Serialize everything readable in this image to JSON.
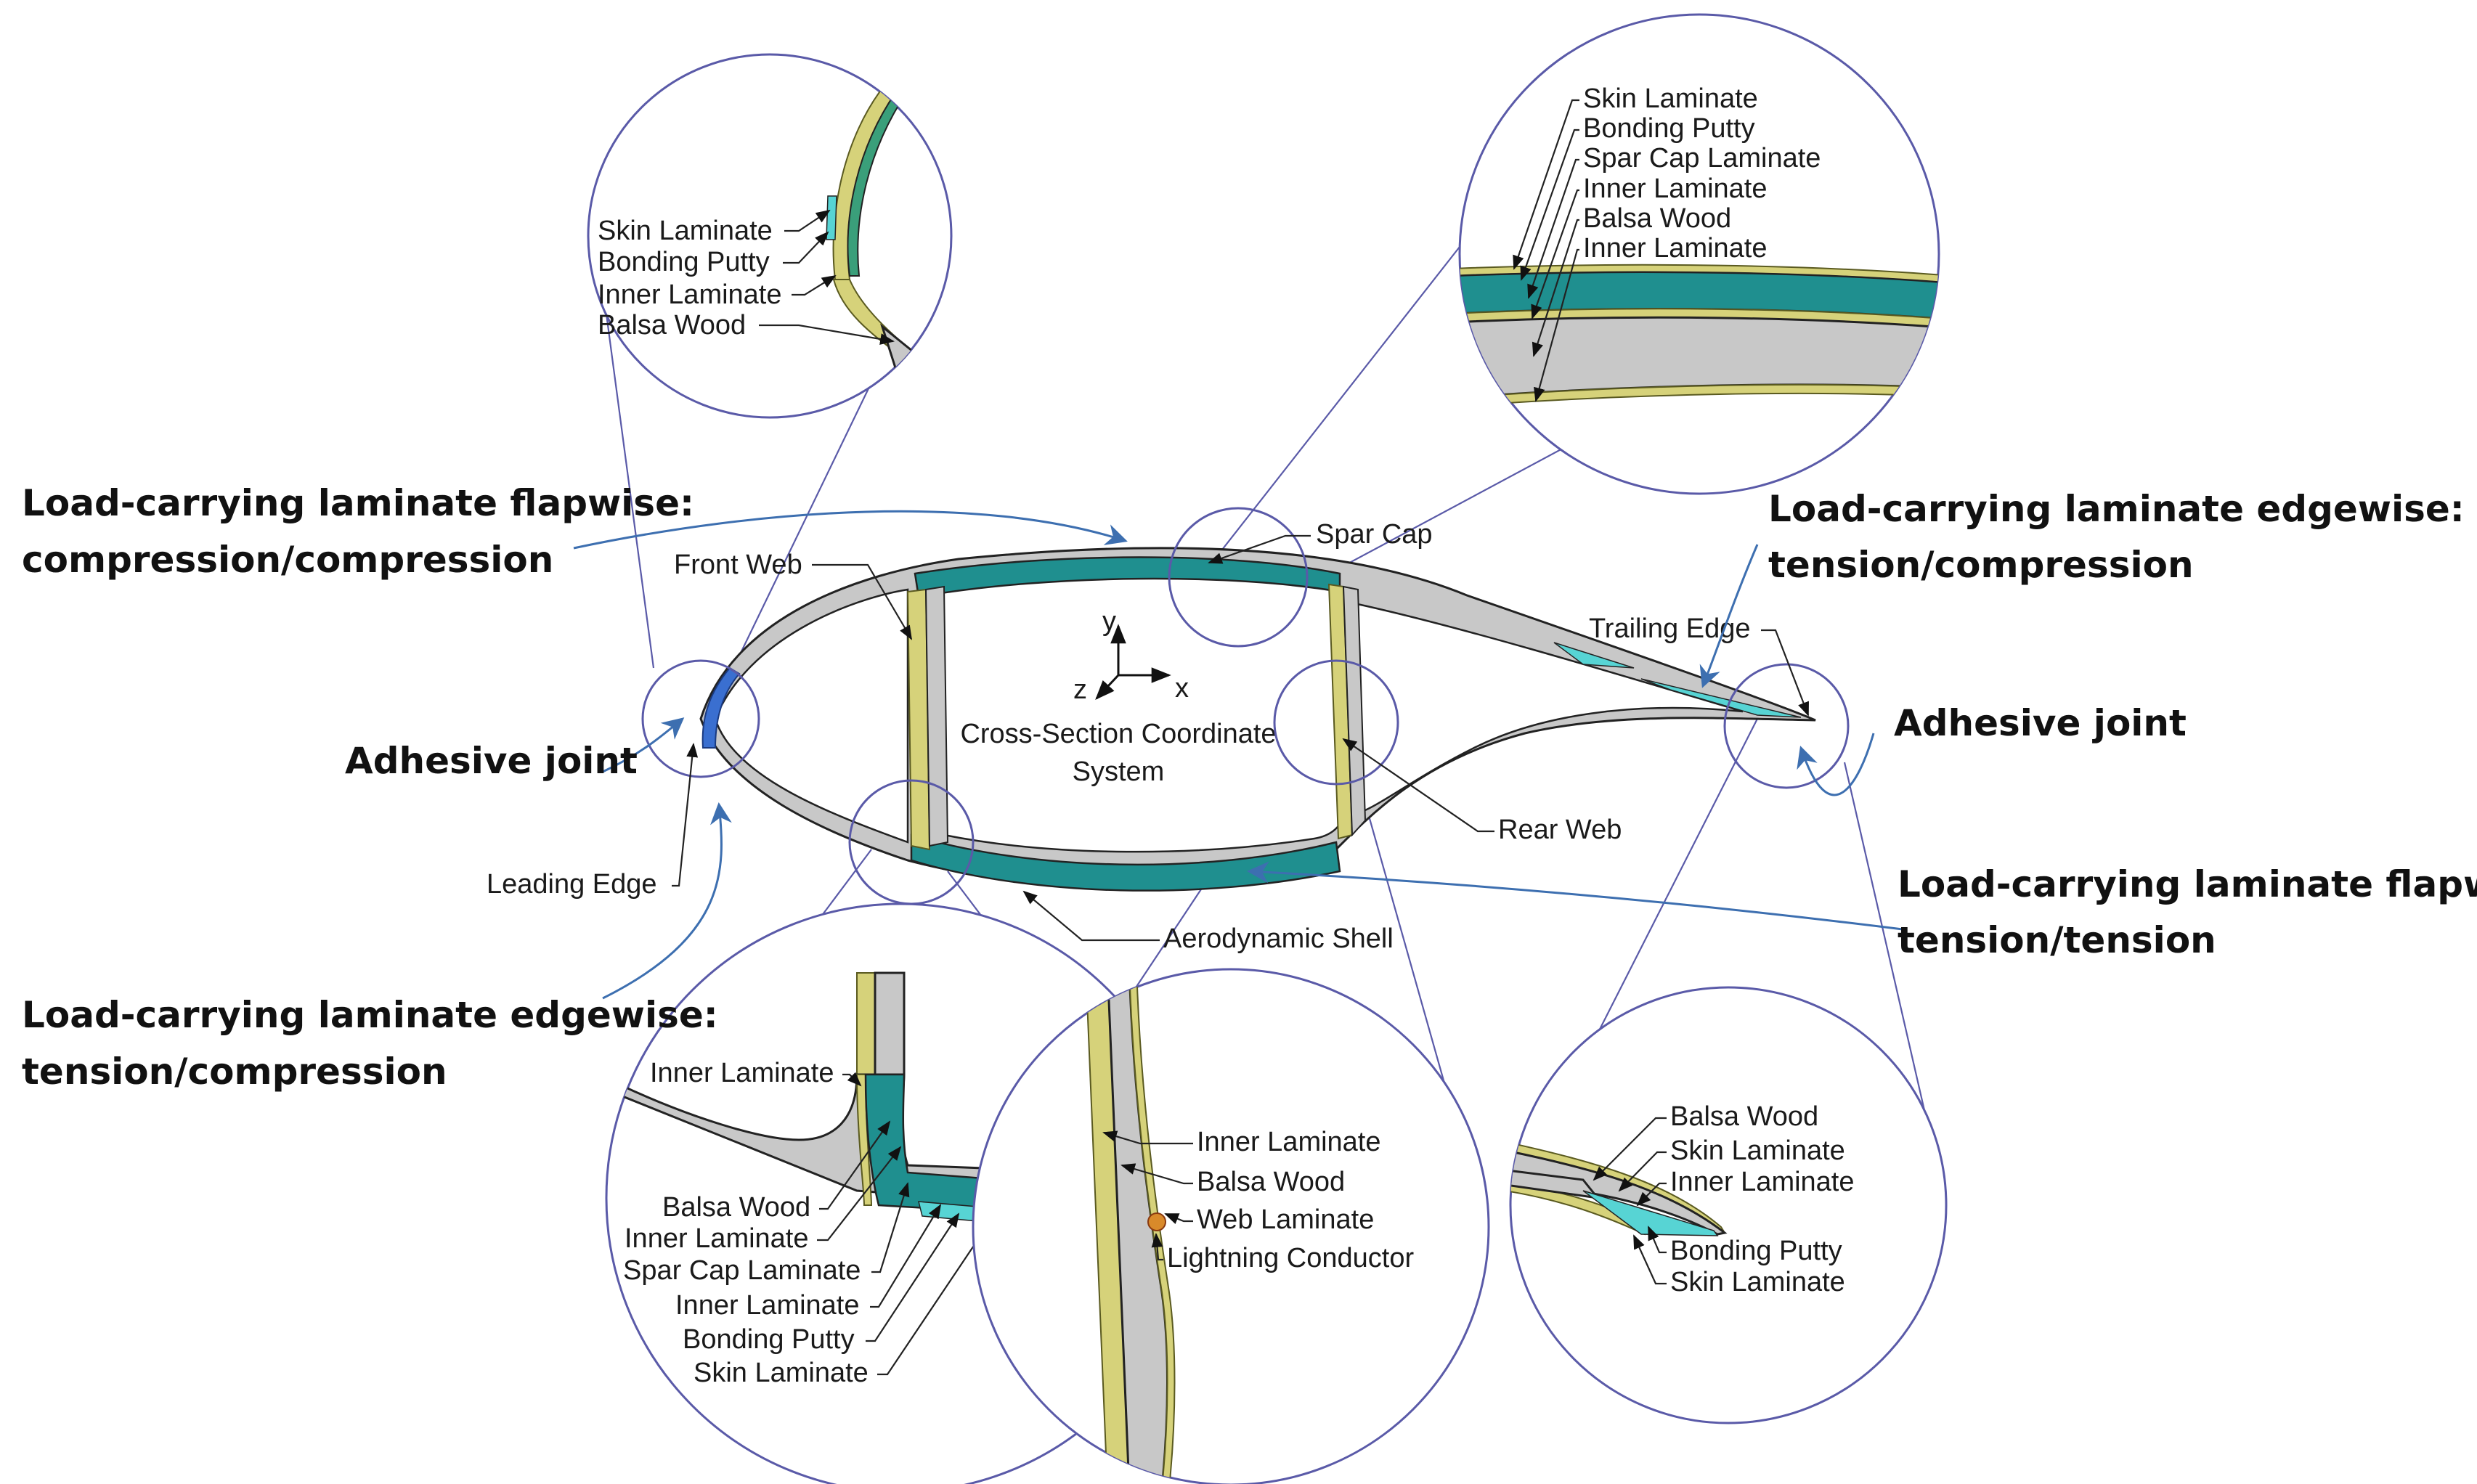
{
  "colors": {
    "spar_cap": "#1f8f8f",
    "core_gray": "#c8c8c8",
    "laminate_yellow": "#d6d27a",
    "putty_cyan": "#57d4d4",
    "adhesive_blue": "#3a6fd0",
    "zoom_outline": "#5a5aa8",
    "callout_arrow": "#3d6fb0"
  },
  "callouts": {
    "flapwise_compression_line1": "Load-carrying laminate flapwise:",
    "flapwise_compression_line2": "compression/compression",
    "edgewise_right_line1": "Load-carrying laminate edgewise:",
    "edgewise_right_line2": "tension/compression",
    "adhesive_left": "Adhesive joint",
    "adhesive_right": "Adhesive joint",
    "flapwise_tension_line1": "Load-carrying laminate flapwise:",
    "flapwise_tension_line2": "tension/tension",
    "edgewise_left_line1": "Load-carrying laminate edgewise:",
    "edgewise_left_line2": "tension/compression"
  },
  "main": {
    "front_web": "Front Web",
    "spar_cap": "Spar Cap",
    "trailing_edge": "Trailing Edge",
    "rear_web": "Rear Web",
    "leading_edge": "Leading Edge",
    "aerodynamic_shell": "Aerodynamic Shell",
    "coord_line1": "Cross-Section Coordinate",
    "coord_line2": "System",
    "axis_x": "x",
    "axis_y": "y",
    "axis_z": "z"
  },
  "zoom_leading_edge": {
    "labels": [
      "Skin Laminate",
      "Bonding Putty",
      "Inner Laminate",
      "Balsa Wood"
    ]
  },
  "zoom_spar_cap": {
    "labels": [
      "Skin Laminate",
      "Bonding Putty",
      "Spar Cap Laminate",
      "Inner Laminate",
      "Balsa Wood",
      "Inner Laminate"
    ]
  },
  "zoom_bottom_left": {
    "labels": [
      "Inner Laminate",
      "Balsa Wood",
      "Inner Laminate",
      "Spar Cap Laminate",
      "Inner Laminate",
      "Bonding Putty",
      "Skin Laminate"
    ]
  },
  "zoom_web": {
    "labels": [
      "Inner Laminate",
      "Balsa Wood",
      "Web Laminate",
      "Lightning Conductor"
    ]
  },
  "zoom_trailing_edge": {
    "labels": [
      "Balsa Wood",
      "Skin Laminate",
      "Inner Laminate",
      "Bonding Putty",
      "Skin Laminate"
    ]
  }
}
